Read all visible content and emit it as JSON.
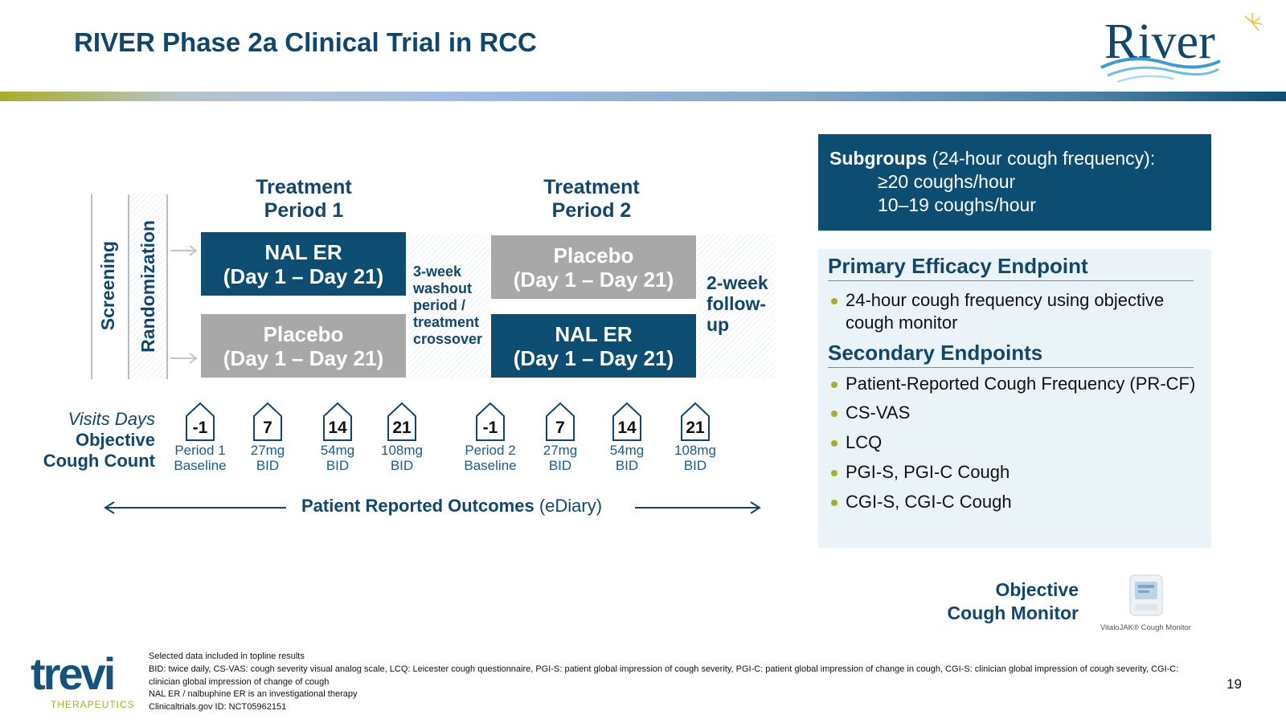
{
  "header": {
    "title": "RIVER Phase 2a Clinical Trial in RCC",
    "logo_text": "River"
  },
  "design": {
    "screening": "Screening",
    "randomization": "Randomization",
    "period1_head": [
      "Treatment",
      "Period 1"
    ],
    "period2_head": [
      "Treatment",
      "Period 2"
    ],
    "p1_top": {
      "drug": "NAL ER",
      "days": "(Day 1 – Day 21)"
    },
    "p1_bottom": {
      "drug": "Placebo",
      "days": "(Day 1 – Day 21)"
    },
    "p2_top": {
      "drug": "Placebo",
      "days": "(Day 1 – Day 21)"
    },
    "p2_bottom": {
      "drug": "NAL ER",
      "days": "(Day 1 – Day 21)"
    },
    "washout": [
      "3-week",
      "washout",
      "period /",
      "treatment",
      "crossover"
    ],
    "followup": [
      "2-week",
      "follow-",
      "up"
    ]
  },
  "visits": {
    "label_line1": "Visits Days",
    "label_line2": "Objective",
    "label_line3": "Cough Count",
    "items": [
      {
        "day": "-1",
        "cap1": "Period 1",
        "cap2": "Baseline"
      },
      {
        "day": "7",
        "cap1": "27mg",
        "cap2": "BID"
      },
      {
        "day": "14",
        "cap1": "54mg",
        "cap2": "BID"
      },
      {
        "day": "21",
        "cap1": "108mg",
        "cap2": "BID"
      },
      {
        "day": "-1",
        "cap1": "Period 2",
        "cap2": "Baseline"
      },
      {
        "day": "7",
        "cap1": "27mg",
        "cap2": "BID"
      },
      {
        "day": "14",
        "cap1": "54mg",
        "cap2": "BID"
      },
      {
        "day": "21",
        "cap1": "108mg",
        "cap2": "BID"
      }
    ]
  },
  "pro": {
    "bold": "Patient Reported Outcomes",
    "rest": "(eDiary)"
  },
  "subgroups": {
    "bold": "Subgroups",
    "rest": "(24-hour cough frequency):",
    "lines": [
      "≥20 coughs/hour",
      "10–19 coughs/hour"
    ]
  },
  "endpoints": {
    "primary_head": "Primary Efficacy Endpoint",
    "primary_items": [
      "24-hour cough frequency using objective cough monitor"
    ],
    "secondary_head": "Secondary Endpoints",
    "secondary_items": [
      "Patient-Reported Cough Frequency (PR-CF)",
      "CS-VAS",
      "LCQ",
      "PGI-S, PGI-C Cough",
      "CGI-S, CGI-C Cough"
    ]
  },
  "monitor": {
    "label1": "Objective",
    "label2": "Cough Monitor",
    "device_caption": "VitaloJAK® Cough Monitor"
  },
  "footer": {
    "logo_text": "trevi",
    "logo_sub": "THERAPEUTICS",
    "notes": [
      "Selected data included in topline results",
      "BID: twice daily, CS-VAS: cough severity visual analog scale, LCQ: Leicester cough questionnaire, PGI-S: patient global impression of cough severity, PGI-C: patient global impression of change in cough, CGI-S: clinician global impression of cough severity, CGI-C: clinician global impression of change of cough",
      "NAL ER / nalbuphine ER is an investigational therapy",
      "Clinicaltrials.gov ID: NCT05962151"
    ],
    "page_number": "19"
  },
  "colors": {
    "navy": "#0e4d72",
    "grey_box": "#a8a8a8",
    "olive_bullet": "#a7ad2c",
    "endpoint_panel": "#eaf3f8"
  }
}
